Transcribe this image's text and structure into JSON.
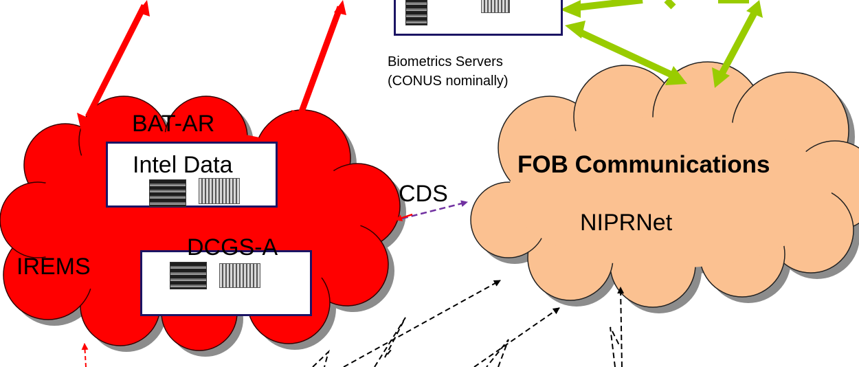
{
  "labels": {
    "biometrics_servers_line1": "Biometrics Servers",
    "biometrics_servers_line2": "(CONUS nominally)",
    "bat_ar": "BAT-AR",
    "intel_data": "Intel Data",
    "dcgs_a": "DCGS-A",
    "irems": "IREMS",
    "cds": "CDS",
    "fob_communications": "FOB Communications",
    "niprnet": "NIPRNet"
  },
  "colors": {
    "red_network_cloud": "#ff0000",
    "fob_network_cloud": "#fbc191",
    "cloud_shadow": "#8c8c8c",
    "server_box_border": "#1b1464",
    "red_link": "#ff0000",
    "green_link": "#99cc00",
    "cds_link": "#7030a0",
    "dashed_link": "#000000"
  },
  "icons": {
    "server_rack": "server-rack-icon",
    "server_tower": "server-tower-icon"
  }
}
